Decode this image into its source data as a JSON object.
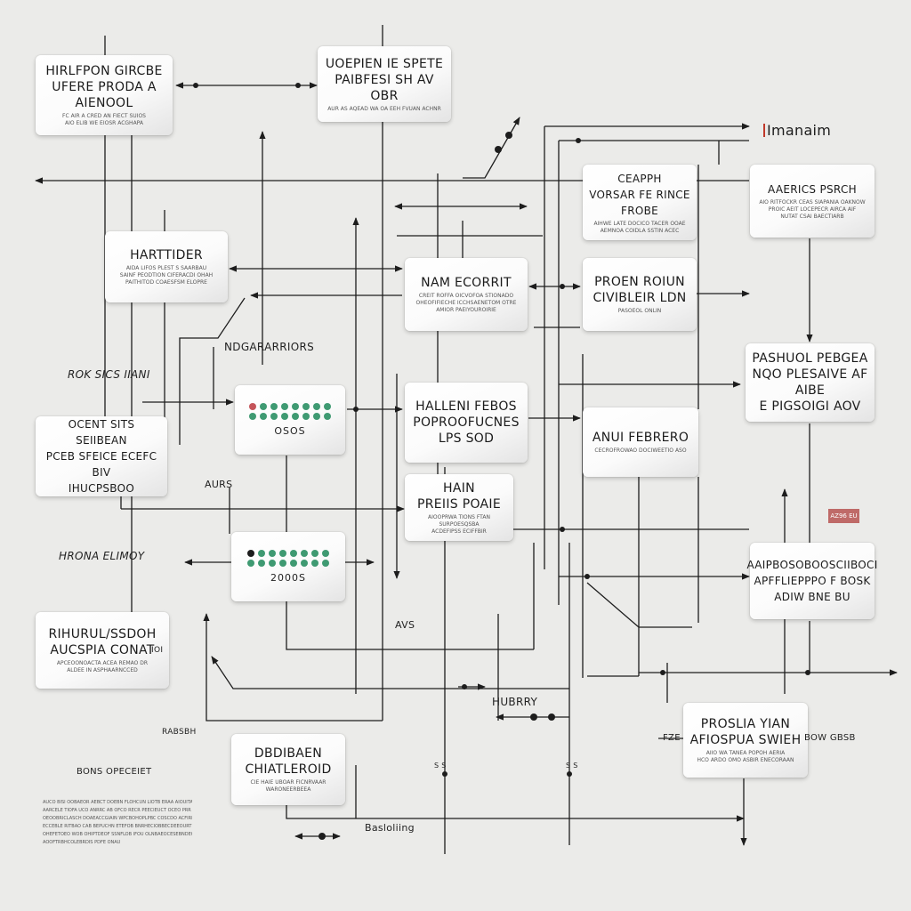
{
  "colors": {
    "background": "#ebebe9",
    "line": "#1d1d1d",
    "dot_green": "#3f9a72",
    "dot_red": "#c4545a",
    "badge": "#bf6a68",
    "title_marker": "#c0392b"
  },
  "title": "Imanaim",
  "badge_text": "AZ96 EU",
  "nodes": {
    "n1": {
      "title": "HIRLFPON GIRCBE\nUFERE PRODA A AIENOOL",
      "sub": "FC AIR A CRED AN FIECT SUIOS\nAIO ELIB WE EIOSR ACGHAPA"
    },
    "n2": {
      "title": "UOEPIEN IE SPETE\nPAIBFESI SH AV OBR",
      "sub": "AUR AS AQEAD WA OA EEH FVUAN ACHNR"
    },
    "n3": {
      "title": "CEAPPH\nVORSAR FE RINCE FROBE",
      "sub": "AIHWE LATE DOCICO TACER OOAE\nAEMNOA COIDLA SSTIN ACEC"
    },
    "n4": {
      "title": "AAERICS PSRCH",
      "sub": "AIO RITFOCKR CEAS SIAPANIA OAKNOW\nPROIC AEIT LOCEPECR AIRCA AIF\nNUTAT CSAI BAECTIARB"
    },
    "n5": {
      "title": "HARTTIDER",
      "sub": "AIDA LIFOS PLEST S SAARBAU\nSAINF PEODTION CIFERACDI OHAH\nPAITHITOD COAESFSM ELOPRE"
    },
    "n6": {
      "title": "NAM ECORRIT",
      "sub": "CREIT ROFFA OICVOFOA STIONADO\nOHEOFIFIECHE ICCHSAENETOM OTRE\nAMIOR PAEIYOUROIRIE"
    },
    "n7": {
      "title": "PROEN ROIUN\nCIVIBLEIR LDN",
      "sub": "PASOEOL ONLIN"
    },
    "n8": {
      "title": "PASHUOL PEBGEA\nNQO PLESAIVE AF AIBE\nE PIGSOIGI AOV",
      "sub": ""
    },
    "n9": {
      "title": "",
      "sub": "",
      "value": "OSOS"
    },
    "n10": {
      "title": "HALLENI FEBOS\nPOPROOFUCNES\nLPS SOD",
      "sub": ""
    },
    "n11": {
      "title": "ANUI FEBRERO",
      "sub": "CECROFROWAO DOCIWEETIO ASO"
    },
    "n12": {
      "title": "OCENT SITS SEIIBEAN\nPCEB SFEICE ECEFC BIV\nIHUCPSBOO",
      "sub": ""
    },
    "n13": {
      "title": "HAIN\nPREIIS POAIE",
      "sub": "AIOOPRWA TIONS FTAN\nSURPOESQSBA\nACDEFIPSS ECIFFBIR"
    },
    "n14": {
      "title": "",
      "sub": "",
      "value": "2000S"
    },
    "n15": {
      "title": "AAIPBOSOBOOSCIIBOCI\nAPFFLIEPPPO F BOSK\nADIW BNE BU",
      "sub": ""
    },
    "n16": {
      "title": "RIHURUL/SSDOH\nAUCSPIA CONAT",
      "sub": "APCEOONOACTA ACEA REMAO DR\nALDEE IN ASPHAARNCCED"
    },
    "n17": {
      "title": "PROSLIA YIAN\nAFIOSPUA SWIEH",
      "sub": "AIIO WA TANEA POPOH AERIA\nHCO ARDO OMO ASBIR ENECORAAN"
    },
    "n18": {
      "title": "DBDIBAEN\nCHIATLEROID",
      "sub": "CIE HAIE UBOAR FICNRVAAR WARONEERBEEA"
    }
  },
  "labels": {
    "nodgarariors": "NDGARARRIORS",
    "rok_sics": "ROK SICS IIANI",
    "aurs": "AURS",
    "hrona": "HRONA ELIMOY",
    "avs": "AVS",
    "hubrry": "HUBRRY",
    "rabsbh": "RABSBH",
    "bons": "BONS OPECEIET",
    "basloliing": "Basloliing",
    "ss": "S S",
    "ss2": "S S",
    "fze": "FZE",
    "bow": "BOW GBSB",
    "o_mark": "IOI"
  },
  "notes": [
    "AUCO BISI OOBAEOR AEBCT DOEBN FLOHCUN LIOTB ERAA AIOUITAN",
    "AARCELE TIOFA UCO ANRRC AB OFCO RECR PEECIEUCT OCEO PRR",
    "OEOOBRICLASCH DOAEACCGIAIN WPCBOHOPLPBC COSCDO ACFIRIACH",
    "ECCEBLE RITBAO CAB BEPUCHN ETEFOB BNRHECIOBBECDEEOURTIFC",
    "OHEFETOEO WOB OHIPTDEOF SSNFLOB IFOU OLNBAEOCESEBNDECSE",
    "AOOFTRBHCOLEBRDIS PDFE ONAU"
  ]
}
